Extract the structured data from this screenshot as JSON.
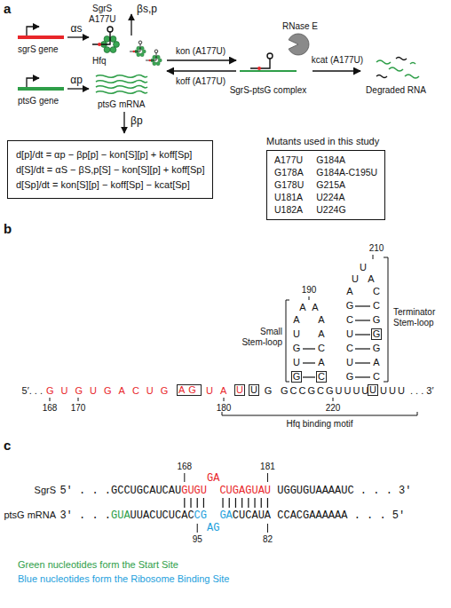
{
  "diagram": {
    "nodes": [
      {
        "text": [
          "d[p]/dt = αp − βp[p] − kon[S][p] + koff[Sp]",
          "d[S]/dt = αS − βS,p[S] − kon[S][p] + koff[Sp]",
          "d[Sp]/dt = kon[S][p] − koff[Sp] − kcat[Sp]"
        ]
      },
      {
        "text": [
          "Mutants used in this study",
          "A177U",
          "G184A",
          "G178A",
          "G184A-C195U",
          "G178U",
          "G215A",
          "U181A",
          "U224A",
          "U182A",
          "U224G"
        ]
      }
    ],
    "labels": [
      "a",
      "sgrS gene",
      "αs",
      "SgrS",
      "A177U",
      "Hfq",
      "βs,p",
      "ptsG gene",
      "αp",
      "ptsG mRNA",
      "βp",
      "kon (A177U)",
      "koff (A177U)",
      "SgrS-ptsG complex",
      "RNase E",
      "kcat (A177U)",
      "Degraded RNA",
      "b",
      "5′. . .",
      "GUGUGACUG",
      "AG",
      "UA",
      "U",
      "U",
      "G",
      "G",
      "U",
      "G",
      "U",
      "A",
      "A",
      "A",
      "A",
      "A",
      "C",
      "A",
      "C",
      "GCCGCGUUUU",
      "U",
      "UUU",
      ". . . 3′",
      "G",
      "U",
      "C",
      "U",
      "C",
      "G",
      "A",
      "U",
      "U",
      "A",
      "C",
      "C",
      "G",
      "G",
      "G",
      "A",
      "C",
      "168",
      "170",
      "180",
      "220",
      "190",
      "210",
      "Small Stem-loop",
      "Terminator Stem-loop",
      "Hfq binding motif",
      "c",
      "168",
      "181",
      "SgrS",
      "5′ . . .",
      "GCCUGCAUCAU",
      "GUGU",
      "GA",
      "CUGAGUAU",
      "UGGUGUAAAAUC . . . 3′",
      "ptsG mRNA",
      "3′ . . .",
      "GUA",
      "UUACUCUCAC",
      "CG",
      "AG",
      "GA",
      "CUCAUA",
      "CCACGAAAAAA . . . 5′",
      "95",
      "82",
      "Green nucleotides form the Start Site",
      "Blue nucleotides form the Ribosome Binding Site"
    ]
  }
}
